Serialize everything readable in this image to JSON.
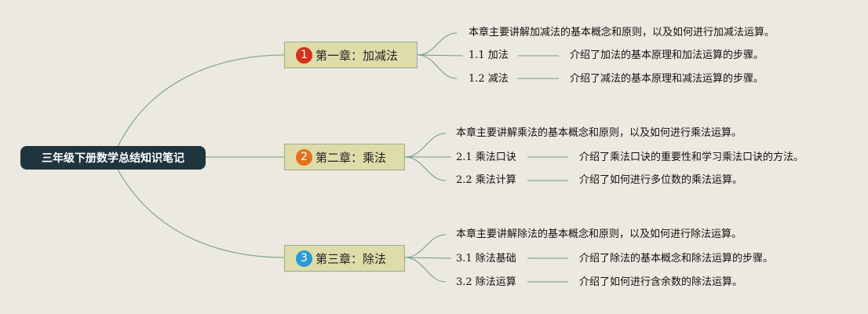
{
  "root": "三年级下册数学总结知识笔记",
  "colors": {
    "root_bg": "#1f353e",
    "chapter_bg": "#dfdcaa",
    "line": "#6f9c80",
    "background": "#ece9e1"
  },
  "chapters": [
    {
      "num": "1",
      "badge_color": "#d8311b",
      "title": "第一章：加减法",
      "summary": "本章主要讲解加减法的基本概念和原则，以及如何进行加减法运算。",
      "sections": [
        {
          "label": "1.1 加法",
          "desc": "介绍了加法的基本原理和加法运算的步骤。"
        },
        {
          "label": "1.2 减法",
          "desc": "介绍了减法的基本原理和减法运算的步骤。"
        }
      ]
    },
    {
      "num": "2",
      "badge_color": "#e2731c",
      "title": "第二章：乘法",
      "summary": "本章主要讲解乘法的基本概念和原则，以及如何进行乘法运算。",
      "sections": [
        {
          "label": "2.1 乘法口诀",
          "desc": "介绍了乘法口诀的重要性和学习乘法口诀的方法。"
        },
        {
          "label": "2.2 乘法计算",
          "desc": "介绍了如何进行多位数的乘法运算。"
        }
      ]
    },
    {
      "num": "3",
      "badge_color": "#2b9ad6",
      "title": "第三章：除法",
      "summary": "本章主要讲解除法的基本概念和原则，以及如何进行除法运算。",
      "sections": [
        {
          "label": "3.1 除法基础",
          "desc": "介绍了除法的基本概念和除法运算的步骤。"
        },
        {
          "label": "3.2 除法运算",
          "desc": "介绍了如何进行含余数的除法运算。"
        }
      ]
    }
  ]
}
